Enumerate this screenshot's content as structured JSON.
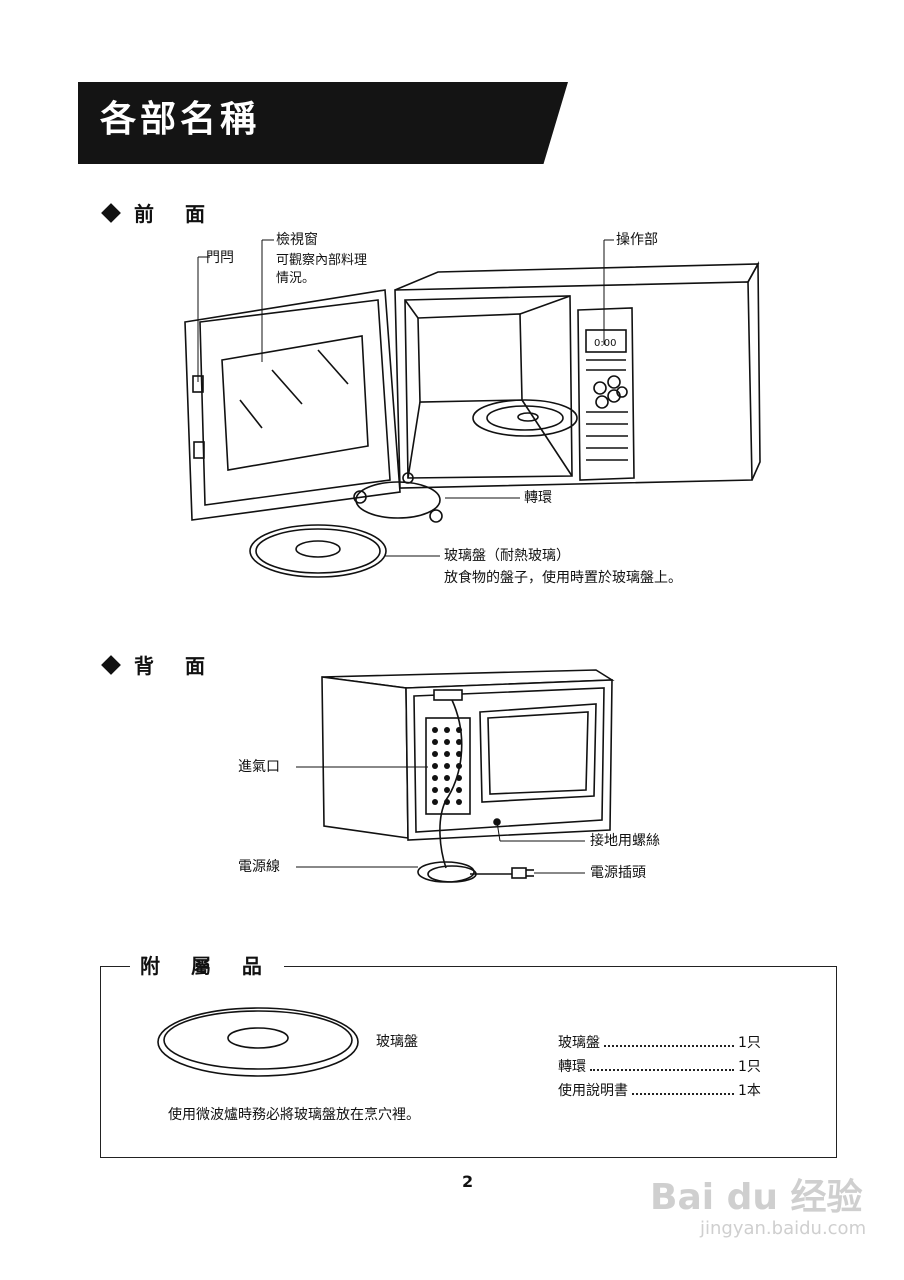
{
  "header": {
    "title": "各部名稱"
  },
  "front": {
    "heading": "前 面",
    "door_latch": "門閂",
    "window_title": "檢視窗",
    "window_desc_1": "可觀察內部料理",
    "window_desc_2": "情況。",
    "control_panel": "操作部",
    "display_time": "0:00",
    "roller_ring": "轉環",
    "glass_tray": "玻璃盤（耐熱玻璃）",
    "glass_tray_desc": "放食物的盤子，使用時置於玻璃盤上。"
  },
  "back": {
    "heading": "背 面",
    "air_intake": "進氣口",
    "ground_screw": "接地用螺絲",
    "power_cord": "電源線",
    "power_plug": "電源插頭"
  },
  "accessories": {
    "heading": "附 屬 品",
    "tray_label": "玻璃盤",
    "note": "使用微波爐時務必將玻璃盤放在烹穴裡。",
    "items": [
      {
        "name": "玻璃盤",
        "qty": "1只"
      },
      {
        "name": "轉環",
        "qty": "1只"
      },
      {
        "name": "使用說明書",
        "qty": "1本"
      }
    ]
  },
  "footer": {
    "page_number": "2"
  },
  "watermark": {
    "brand": "Bai du 经验",
    "url": "jingyan.baidu.com"
  }
}
